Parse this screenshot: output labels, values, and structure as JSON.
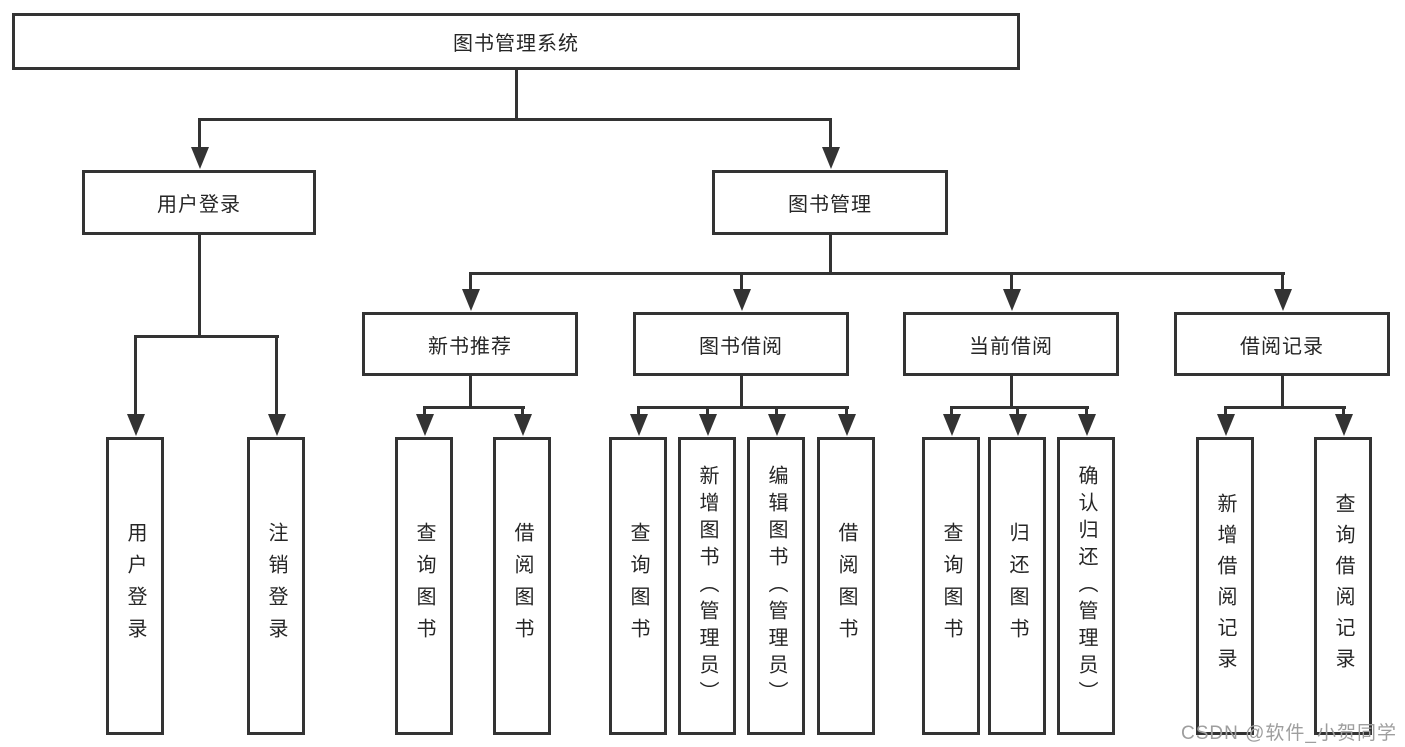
{
  "colors": {
    "line": "#333333",
    "text": "#262626",
    "watermark": "#9e9e9e",
    "background": "#ffffff"
  },
  "watermark": "CSDN @软件_小贺同学",
  "nodes": {
    "root": "图书管理系统",
    "userLogin": "用户登录",
    "bookMgmt": "图书管理",
    "newBookRec": "新书推荐",
    "bookBorrow": "图书借阅",
    "currentBorrow": "当前借阅",
    "borrowRecords": "借阅记录",
    "leafUserLogin": "用户登录",
    "leafLogout": "注销登录",
    "leafQueryBooks1": "查询图书",
    "leafBorrowBooks1": "借阅图书",
    "leafQueryBooks2": "查询图书",
    "leafAddBooks": "新增图书（管理员）",
    "leafEditBooks": "编辑图书（管理员）",
    "leafBorrowBooks2": "借阅图书",
    "leafQueryBooks3": "查询图书",
    "leafReturnBooks": "归还图书",
    "leafConfirmReturn": "确认归还（管理员）",
    "leafAddBorrowRecord": "新增借阅记录",
    "leafQueryBorrowRecord": "查询借阅记录"
  },
  "structure": {
    "图书管理系统": [
      "用户登录",
      "图书管理"
    ],
    "用户登录": [
      "用户登录",
      "注销登录"
    ],
    "图书管理": [
      "新书推荐",
      "图书借阅",
      "当前借阅",
      "借阅记录"
    ],
    "新书推荐": [
      "查询图书",
      "借阅图书"
    ],
    "图书借阅": [
      "查询图书",
      "新增图书（管理员）",
      "编辑图书（管理员）",
      "借阅图书"
    ],
    "当前借阅": [
      "查询图书",
      "归还图书",
      "确认归还（管理员）"
    ],
    "借阅记录": [
      "新增借阅记录",
      "查询借阅记录"
    ]
  }
}
